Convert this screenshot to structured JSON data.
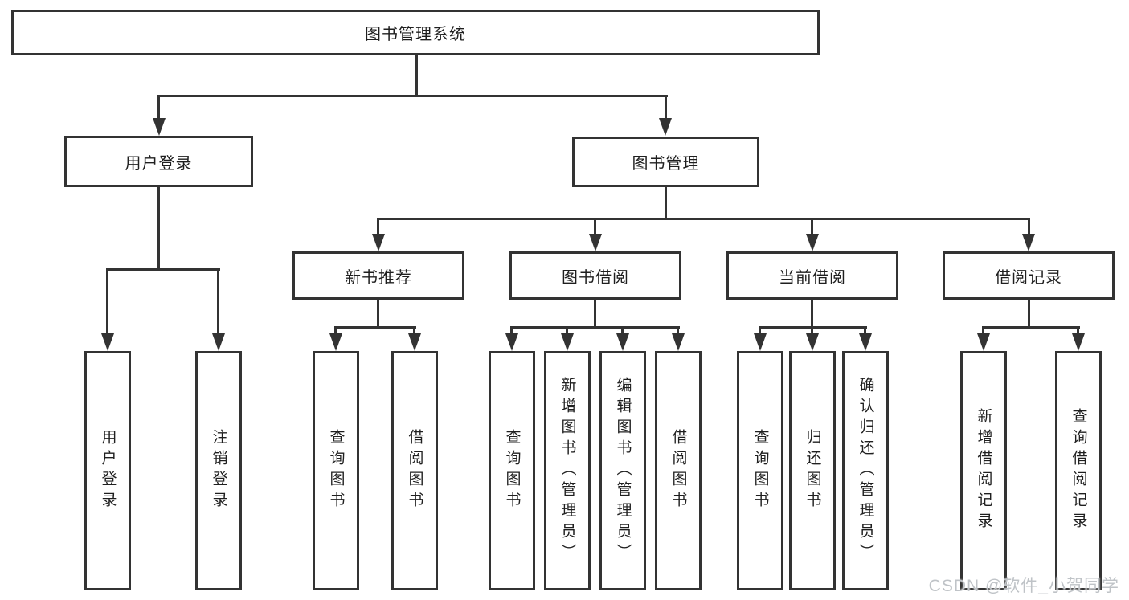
{
  "diagram": {
    "root": {
      "label": "图书管理系统"
    },
    "level2": [
      {
        "label": "用户登录"
      },
      {
        "label": "图书管理"
      }
    ],
    "level3": [
      {
        "label": "新书推荐"
      },
      {
        "label": "图书借阅"
      },
      {
        "label": "当前借阅"
      },
      {
        "label": "借阅记录"
      }
    ],
    "leaves": {
      "login": [
        "用户登录",
        "注销登录"
      ],
      "recommend": [
        "查询图书",
        "借阅图书"
      ],
      "borrow": [
        "查询图书",
        "新增图书（管理员）",
        "编辑图书（管理员）",
        "借阅图书"
      ],
      "current": [
        "查询图书",
        "归还图书",
        "确认归还（管理员）"
      ],
      "records": [
        "新增借阅记录",
        "查询借阅记录"
      ]
    }
  },
  "watermark": {
    "text": "CSDN @软件_小贺同学"
  },
  "colors": {
    "line": "#333333",
    "text": "#1f1f1f",
    "watermark": "#bfc3c7",
    "background": "#ffffff"
  }
}
